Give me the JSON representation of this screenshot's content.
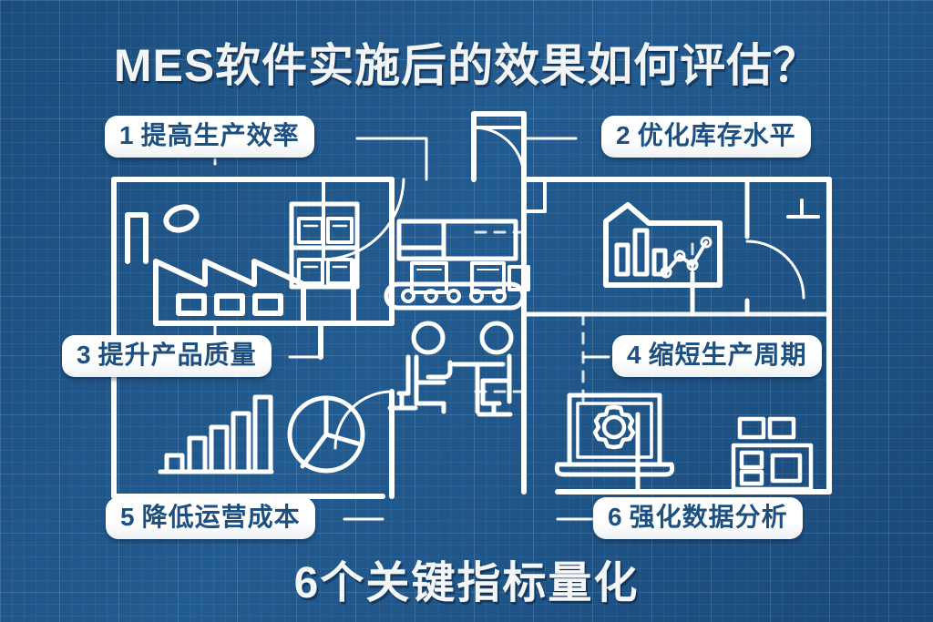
{
  "poster": {
    "title": "MES软件实施后的效果如何评估？",
    "footer": "6个关键指标量化",
    "background_color": "#225a8f",
    "line_color": "#ffffff",
    "chip_text_color": "#1d4f80",
    "chip_bg_color": "#ffffff"
  },
  "items": [
    {
      "num": "1",
      "label": "提高生产效率"
    },
    {
      "num": "2",
      "label": "优化库存水平"
    },
    {
      "num": "3",
      "label": "提升产品质量"
    },
    {
      "num": "4",
      "label": "缩短生产周期"
    },
    {
      "num": "5",
      "label": "降低运营成本"
    },
    {
      "num": "6",
      "label": "强化数据分析"
    }
  ],
  "illustration": {
    "icons": [
      "factory-icon",
      "warehouse-rack-icon",
      "conveyor-belt-icon",
      "bar-and-line-chart-icon",
      "meeting-people-icon",
      "growth-bar-chart-icon",
      "pie-chart-icon",
      "laptop-gear-icon",
      "panel-blocks-icon"
    ],
    "style": "blueprint floor plan line art"
  }
}
